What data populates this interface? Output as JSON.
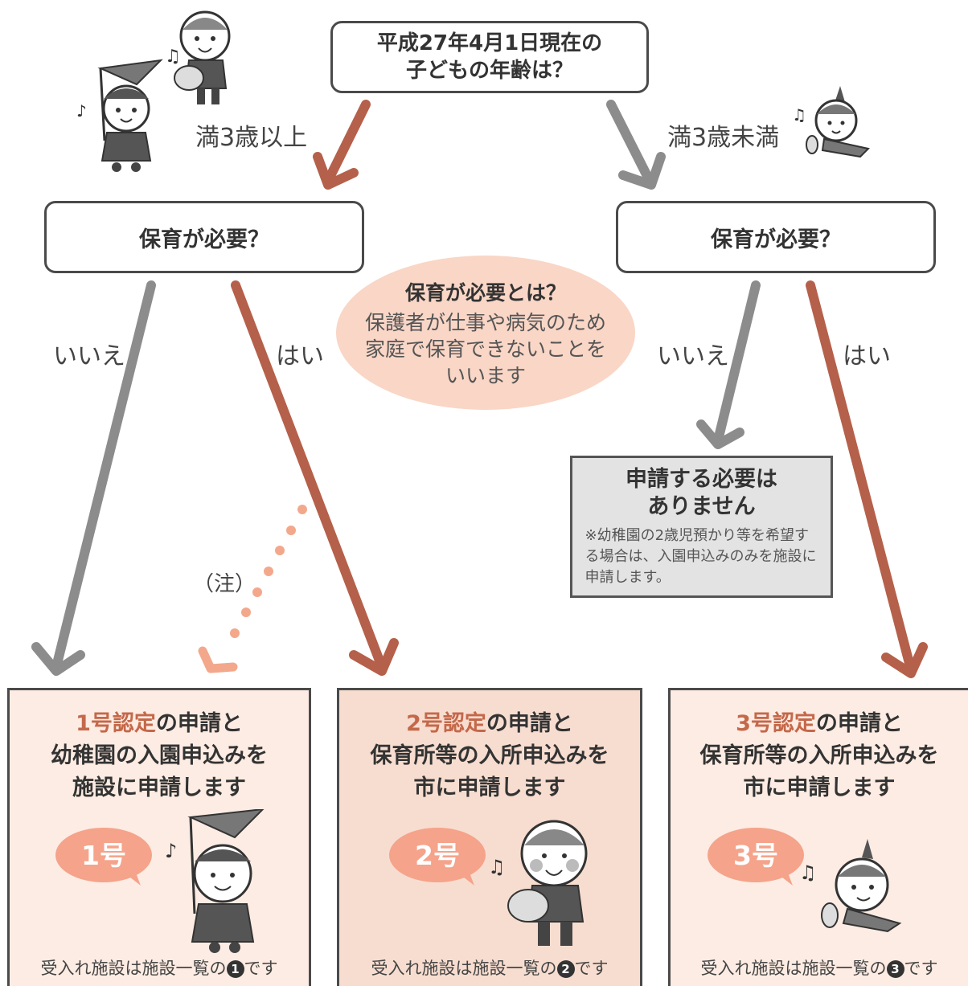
{
  "question": {
    "line1": "平成27年4月1日現在の",
    "line2": "子どもの年齢は？"
  },
  "branch_left": {
    "label": "満3歳以上"
  },
  "branch_right": {
    "label": "満3歳未満"
  },
  "need_box_left": {
    "label": "保育が必要？"
  },
  "need_box_right": {
    "label": "保育が必要？"
  },
  "definition": {
    "title": "保育が必要とは？",
    "lines": [
      "保護者が仕事や病気のため",
      "家庭で保育できないことを",
      "いいます"
    ]
  },
  "answers": {
    "no": "いいえ",
    "yes": "はい",
    "note": "（注）"
  },
  "no_application": {
    "line1": "申請する必要は",
    "line2": "ありません",
    "note": "※幼稚園の2歳児預かり等を希望する場合は、入園申込みのみを施設に申請します。"
  },
  "certificates": [
    {
      "accent": "1号認定",
      "rest": "の申請と",
      "line2": "幼稚園の入園申込みを",
      "line3": "施設に申請します",
      "badge": "1号",
      "facility_prefix": "受入れ施設は施設一覧の",
      "facility_num": "1",
      "facility_suffix": "です"
    },
    {
      "accent": "2号認定",
      "rest": "の申請と",
      "line2": "保育所等の入所申込みを",
      "line3": "市に申請します",
      "badge": "2号",
      "facility_prefix": "受入れ施設は施設一覧の",
      "facility_num": "2",
      "facility_suffix": "です"
    },
    {
      "accent": "3号認定",
      "rest": "の申請と",
      "line2": "保育所等の入所申込みを",
      "line3": "市に申請します",
      "badge": "3号",
      "facility_prefix": "受入れ施設は施設一覧の",
      "facility_num": "3",
      "facility_suffix": "です"
    }
  ],
  "colors": {
    "brown_arrow": "#b5604a",
    "gray_arrow": "#8c8c8c",
    "accent_text": "#c4684a",
    "cert_bg_light": "#fdece3",
    "cert_bg_mid": "#f7ddd0",
    "badge": "#f5a38a",
    "ellipse": "#f9d6c6",
    "nobox_bg": "#e3e3e3"
  }
}
